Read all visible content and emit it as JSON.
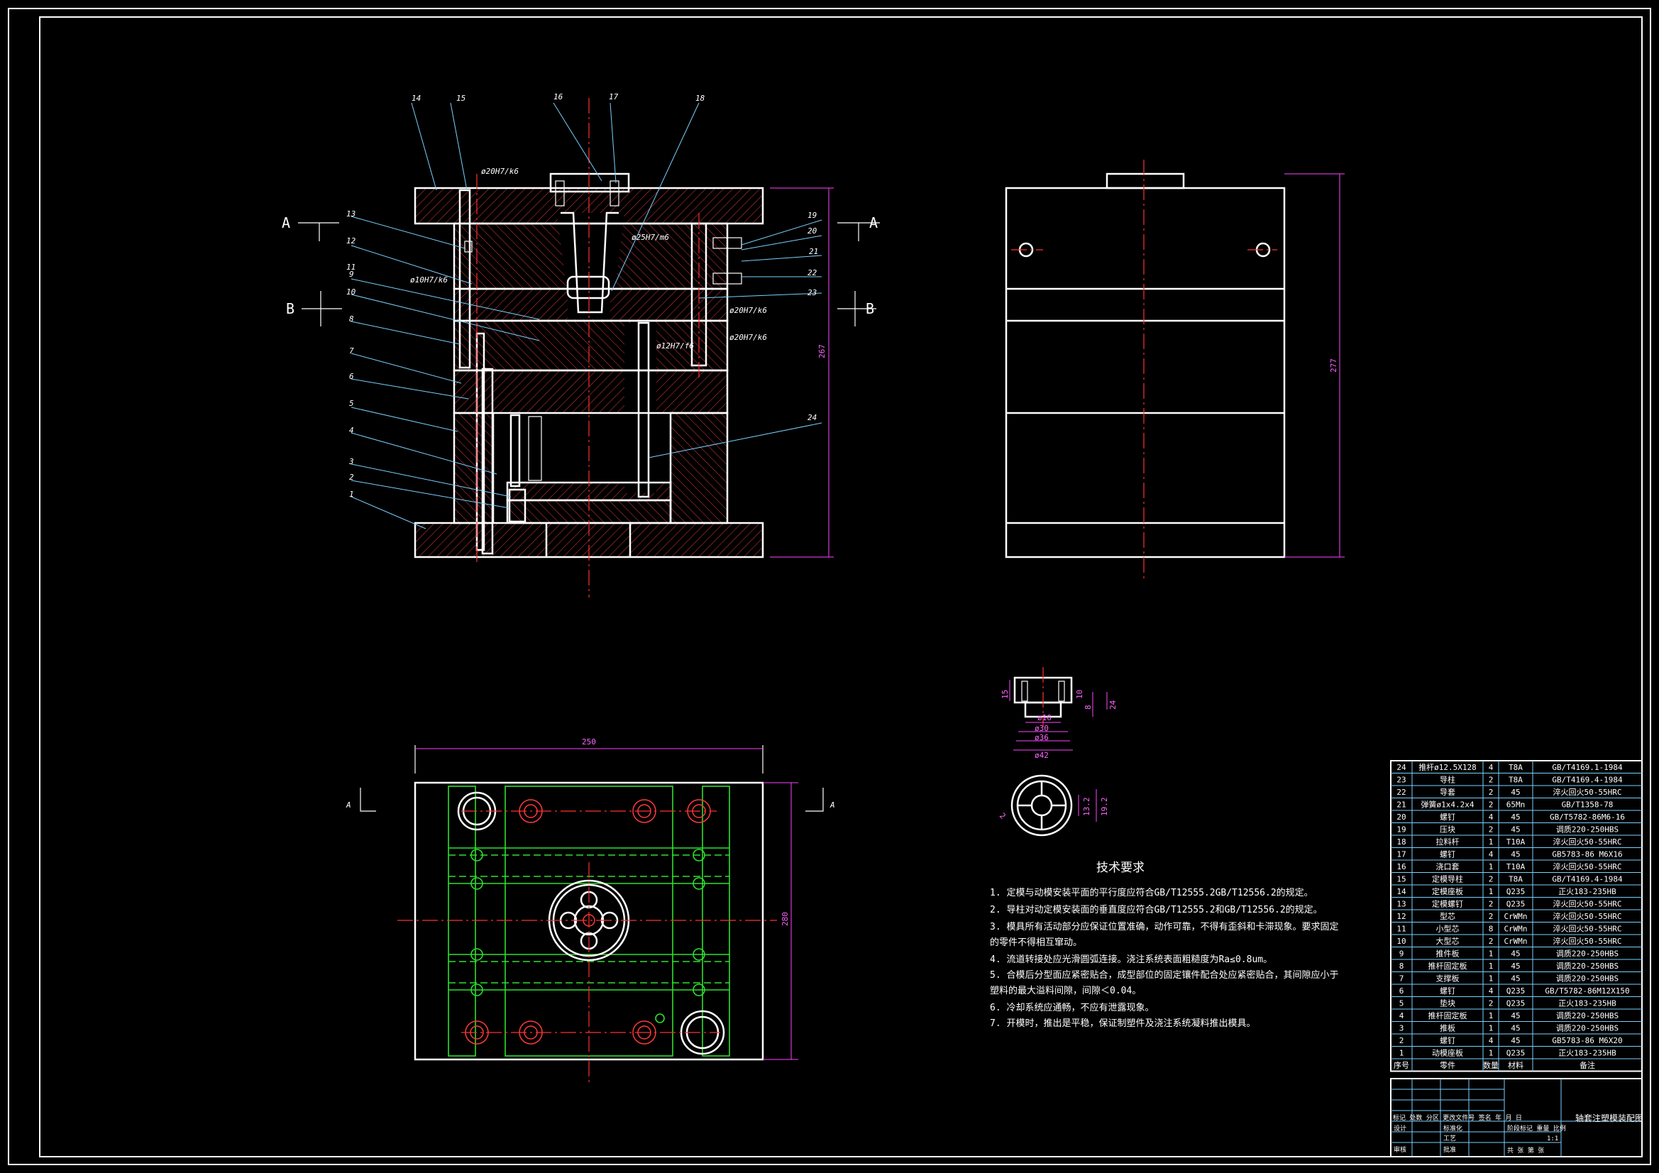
{
  "section_marks": {
    "a": "A",
    "b": "B"
  },
  "part_labels": [
    "1",
    "2",
    "3",
    "4",
    "5",
    "6",
    "7",
    "8",
    "9",
    "10",
    "11",
    "12",
    "13",
    "14",
    "15",
    "16",
    "17",
    "18",
    "19",
    "20",
    "21",
    "22",
    "23",
    "24"
  ],
  "fit_notes": {
    "f1": "ø20H7/k6",
    "f2": "ø25H7/m6",
    "f3": "ø10H7/k6",
    "f4": "ø20H7/k6",
    "f5": "ø20H7/k6",
    "f6": "ø12H7/f6"
  },
  "dimensions": {
    "main_height": "267",
    "side_height": "277",
    "plan_width": "250",
    "plan_height": "280",
    "part_d1": "ø16",
    "part_d2": "ø30",
    "part_d3": "ø36",
    "part_d4": "ø42",
    "part_h1": "15",
    "part_h2": "10",
    "part_h3": "8",
    "part_h4": "24",
    "part_r1": "13.2",
    "part_r2": "19.2",
    "part_r3": "2"
  },
  "tech_req": {
    "title": "技术要求",
    "items": [
      "1.   定模与动模安装平面的平行度应符合GB/T12555.2GB/T12556.2的规定。",
      "2.   导柱对动定模安装面的垂直度应符合GB/T12555.2和GB/T12556.2的规定。",
      "3.   模具所有活动部分应保证位置准确，动作可靠，不得有歪斜和卡滞现象。要求固定",
      "      的零件不得相互窜动。",
      "4.   流道转接处应光滑圆弧连接。浇注系统表面粗糙度为Ra≤0.8um。",
      "5.   合模后分型面应紧密贴合，成型部位的固定镶件配合处应紧密贴合，其间隙应小于",
      "      塑料的最大溢料间隙，间隙＜0.04。",
      "6.   冷却系统应通畅，不应有泄露现象。",
      "7.   开模时，推出是平稳，保证制塑件及浇注系统凝料推出模具。"
    ]
  },
  "bom": {
    "rows": [
      [
        "24",
        "推杆ø12.5X128",
        "4",
        "T8A",
        "GB/T4169.1-1984"
      ],
      [
        "23",
        "导柱",
        "2",
        "T8A",
        "GB/T4169.4-1984"
      ],
      [
        "22",
        "导套",
        "2",
        "45",
        "淬火回火50-55HRC"
      ],
      [
        "21",
        "弹簧ø1x4.2x4",
        "2",
        "65Mn",
        "GB/T1358-78"
      ],
      [
        "20",
        "螺钉",
        "4",
        "45",
        "GB/T5782-86M6-16"
      ],
      [
        "19",
        "压块",
        "2",
        "45",
        "调质220-250HBS"
      ],
      [
        "18",
        "拉料杆",
        "1",
        "T10A",
        "淬火回火50-55HRC"
      ],
      [
        "17",
        "螺钉",
        "4",
        "45",
        "GB5783-86  M6X16"
      ],
      [
        "16",
        "浇口套",
        "1",
        "T10A",
        "淬火回火50-55HRC"
      ],
      [
        "15",
        "定模导柱",
        "2",
        "T8A",
        "GB/T4169.4-1984"
      ],
      [
        "14",
        "定模座板",
        "1",
        "Q235",
        "正火183-235HB"
      ],
      [
        "13",
        "定模螺钉",
        "2",
        "Q235",
        "淬火回火50-55HRC"
      ],
      [
        "12",
        "型芯",
        "2",
        "CrWMn",
        "淬火回火50-55HRC"
      ],
      [
        "11",
        "小型芯",
        "8",
        "CrWMn",
        "淬火回火50-55HRC"
      ],
      [
        "10",
        "大型芯",
        "2",
        "CrWMn",
        "淬火回火50-55HRC"
      ],
      [
        "9",
        "推件板",
        "1",
        "45",
        "调质220-250HBS"
      ],
      [
        "8",
        "推杆固定板",
        "1",
        "45",
        "调质220-250HBS"
      ],
      [
        "7",
        "支撑板",
        "1",
        "45",
        "调质220-250HBS"
      ],
      [
        "6",
        "螺钉",
        "4",
        "Q235",
        "GB/T5782-86M12X150"
      ],
      [
        "5",
        "垫块",
        "2",
        "Q235",
        "正火183-235HB"
      ],
      [
        "4",
        "推杆固定板",
        "1",
        "45",
        "调质220-250HBS"
      ],
      [
        "3",
        "推板",
        "1",
        "45",
        "调质220-250HBS"
      ],
      [
        "2",
        "螺钉",
        "4",
        "45",
        "GB5783-86  M6X20"
      ],
      [
        "1",
        "动模座板",
        "1",
        "Q235",
        "正火183-235HB"
      ]
    ],
    "header": [
      "序号",
      "零件",
      "数量",
      "材料",
      "备注"
    ]
  },
  "title_block": {
    "drawing_title": "轴套注塑模装配图",
    "mark_row": "标记 处数 分区 更改文件号 签名 年 月 日",
    "design": "设计",
    "standard": "标准化",
    "check": "审核",
    "process": "工艺",
    "approve": "批准",
    "stage_row": "阶段标记   重量   比例",
    "scale": "1:1",
    "sheet_row": "共   张   第   张"
  }
}
